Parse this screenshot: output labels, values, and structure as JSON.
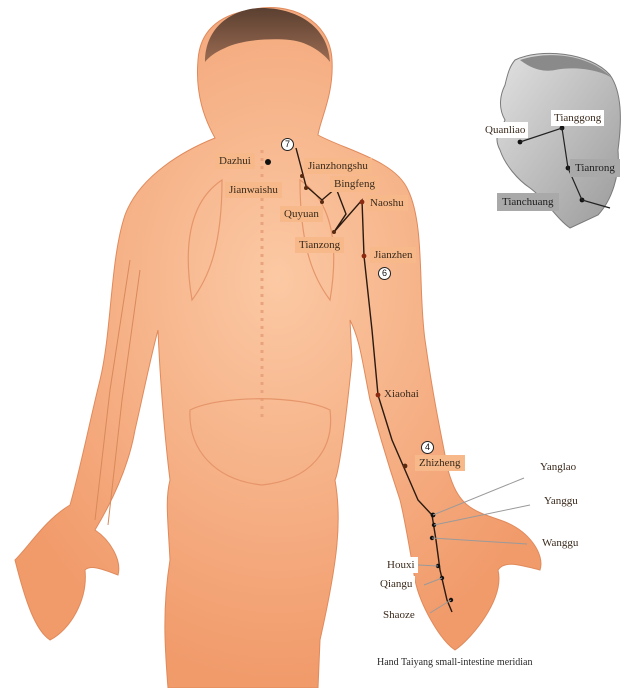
{
  "labels": {
    "dazhui": "Dazhui",
    "jianzhongshu": "Jianzhongshu",
    "jianwaishu": "Jianwaishu",
    "bingfeng": "Bingfeng",
    "naoshu": "Naoshu",
    "quyuan": "Quyuan",
    "tianzong": "Tianzong",
    "jianzhen": "Jianzhen",
    "xiaohai": "Xiaohai",
    "zhizheng": "Zhizheng",
    "yanglao": "Yanglao",
    "yanggu": "Yanggu",
    "wanggu": "Wanggu",
    "houxi": "Houxi",
    "qiangu": "Qiangu",
    "shaoze": "Shaoze",
    "quanliao": "Quanliao",
    "tianggong": "Tianggong",
    "tianrong": "Tianrong",
    "tianchuang": "Tianchuang"
  },
  "markers": {
    "m7": "7",
    "m6": "6",
    "m4": "4"
  },
  "caption": "Hand Taiyang small-intestine meridian",
  "colors": {
    "skin": "#f4a87c",
    "skin_light": "#fbd3b4",
    "label_box": "#f7b98a",
    "meridian": "#2a1a10",
    "head_grey": "#bdbdbd"
  }
}
